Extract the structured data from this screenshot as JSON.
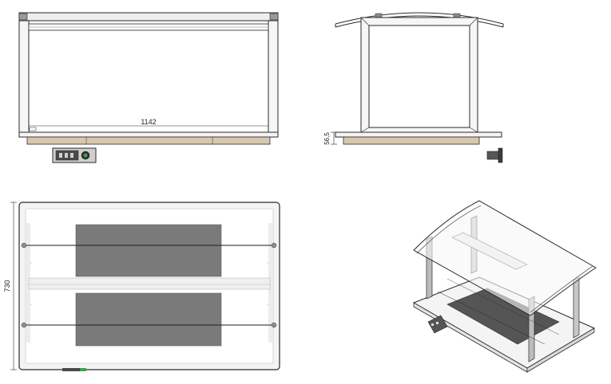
{
  "dimensions": {
    "width_label": "1142",
    "height_label": "56,5",
    "depth_label": "730"
  },
  "views": {
    "front": "front-view",
    "side": "side-view",
    "top": "top-view",
    "iso": "isometric-view"
  },
  "colors": {
    "frame": "#f4f4f4",
    "stroke": "#2b2b2b",
    "wood": "#d7c7ae",
    "dark_glass": "#7a7a7a",
    "panel": "#555555",
    "accent_green": "#3aa34a"
  }
}
